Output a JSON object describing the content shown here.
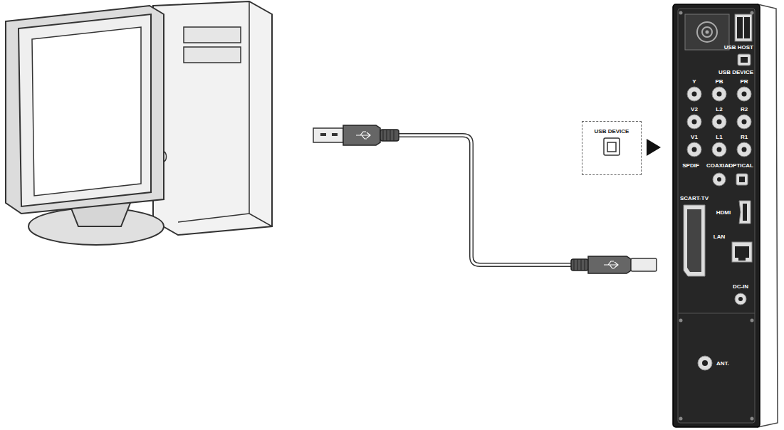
{
  "diagram": {
    "nodes": [
      {
        "text": [
          "USB DEVICE"
        ]
      }
    ],
    "labels": [
      "USB HOST",
      "USB DEVICE",
      "Y",
      "PB",
      "PR",
      "V2",
      "L2",
      "R2",
      "V1",
      "L1",
      "R1",
      "SPDIF",
      "COAXIAL",
      "OPTICAL",
      "SCART-TV",
      "HDMI",
      "LAN",
      "DC-IN",
      "ANT."
    ]
  }
}
